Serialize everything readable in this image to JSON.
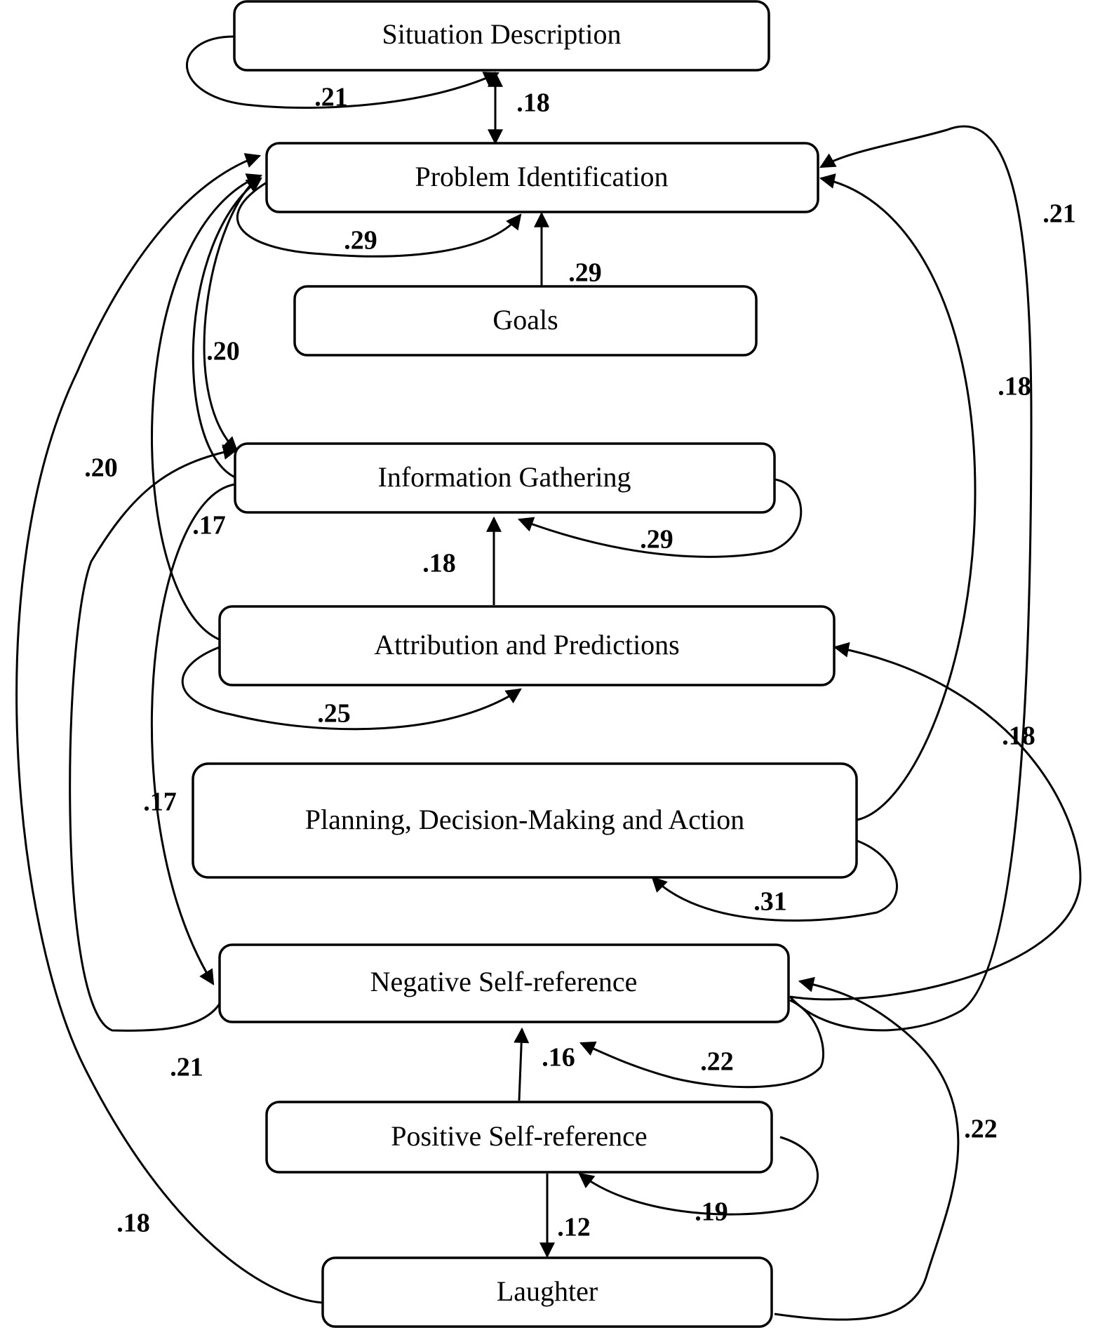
{
  "nodes": {
    "situation_description": "Situation Description",
    "problem_identification": "Problem Identification",
    "goals": "Goals",
    "information_gathering": "Information Gathering",
    "attribution_predictions": "Attribution and Predictions",
    "planning": "Planning, Decision-Making and Action",
    "negative_self_reference": "Negative Self-reference",
    "positive_self_reference": "Positive Self-reference",
    "laughter": "Laughter"
  },
  "edges": [
    {
      "id": "sd_self",
      "from": "Situation Description",
      "to": "Situation Description",
      "weight": ".21"
    },
    {
      "id": "sd_pi",
      "from": "Situation Description",
      "to": "Problem Identification",
      "weight": ".18"
    },
    {
      "id": "pi_self",
      "from": "Problem Identification",
      "to": "Problem Identification",
      "weight": ".29"
    },
    {
      "id": "goals_pi",
      "from": "Goals",
      "to": "Problem Identification",
      "weight": ".29"
    },
    {
      "id": "ig_pi",
      "from": "Information Gathering",
      "to": "Problem Identification",
      "weight": ".20"
    },
    {
      "id": "ap_pi",
      "from": "Attribution and Predictions",
      "to": "Problem Identification",
      "weight": ".20"
    },
    {
      "id": "pi_ig",
      "from": "Problem Identification",
      "to": "Information Gathering",
      "weight": ".17"
    },
    {
      "id": "ig_self",
      "from": "Information Gathering",
      "to": "Information Gathering",
      "weight": ".29"
    },
    {
      "id": "ap_ig",
      "from": "Attribution and Predictions",
      "to": "Information Gathering",
      "weight": ".18"
    },
    {
      "id": "ap_self",
      "from": "Attribution and Predictions",
      "to": "Attribution and Predictions",
      "weight": ".25"
    },
    {
      "id": "ig_nsr",
      "from": "Information Gathering",
      "to": "Negative Self-reference",
      "weight": ".17"
    },
    {
      "id": "plan_pi",
      "from": "Planning, Decision-Making and Action",
      "to": "Problem Identification",
      "weight": ".18"
    },
    {
      "id": "plan_self",
      "from": "Planning, Decision-Making and Action",
      "to": "Planning, Decision-Making and Action",
      "weight": ".31"
    },
    {
      "id": "nsr_pi",
      "from": "Negative Self-reference",
      "to": "Problem Identification",
      "weight": ".21"
    },
    {
      "id": "nsr_ig",
      "from": "Negative Self-reference",
      "to": "Information Gathering",
      "weight": ".21"
    },
    {
      "id": "nsr_self",
      "from": "Negative Self-reference",
      "to": "Negative Self-reference",
      "weight": ".22"
    },
    {
      "id": "nsr_ap",
      "from": "Negative Self-reference",
      "to": "Attribution and Predictions",
      "weight": ".18"
    },
    {
      "id": "psr_nsr",
      "from": "Positive Self-reference",
      "to": "Negative Self-reference",
      "weight": ".16"
    },
    {
      "id": "psr_self",
      "from": "Positive Self-reference",
      "to": "Positive Self-reference",
      "weight": ".19"
    },
    {
      "id": "psr_l",
      "from": "Positive Self-reference",
      "to": "Laughter",
      "weight": ".12"
    },
    {
      "id": "l_nsr",
      "from": "Laughter",
      "to": "Negative Self-reference",
      "weight": ".22"
    },
    {
      "id": "l_pi",
      "from": "Laughter",
      "to": "Problem Identification",
      "weight": ".18"
    }
  ]
}
